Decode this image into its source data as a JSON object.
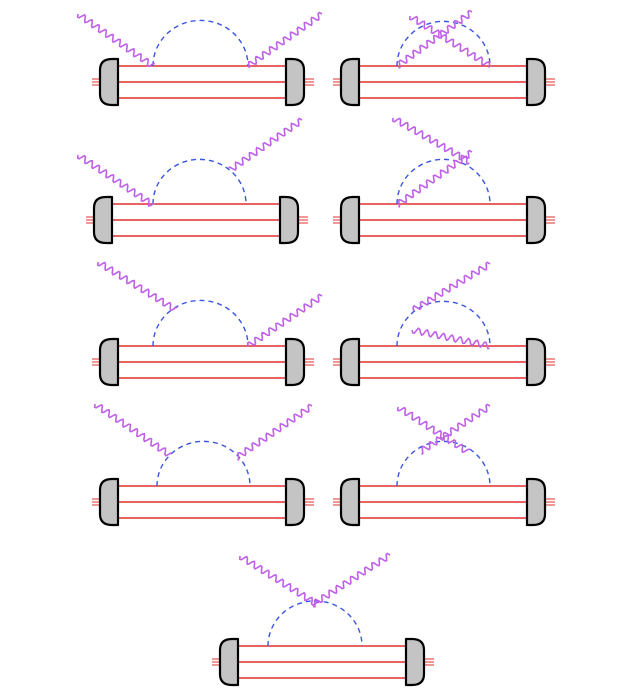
{
  "figure": {
    "colors": {
      "background": "#ffffff",
      "line": "#e03030",
      "loop": "#3a55e0",
      "photon": "#c060e8",
      "blob_fill": "#c4c4c4",
      "blob_stroke": "#000000"
    },
    "diagrams": [
      {
        "id": "d1",
        "topology": "uncrossed"
      },
      {
        "id": "d2",
        "topology": "crossed-within-loop"
      },
      {
        "id": "d3",
        "topology": "uncrossed"
      },
      {
        "id": "d4",
        "topology": "crossed-within-loop"
      },
      {
        "id": "d5",
        "topology": "uncrossed"
      },
      {
        "id": "d6",
        "topology": "crossed-within-loop"
      },
      {
        "id": "d7",
        "topology": "uncrossed"
      },
      {
        "id": "d8",
        "topology": "crossed-at-vertex"
      },
      {
        "id": "d9",
        "topology": "single-vertex"
      }
    ]
  }
}
